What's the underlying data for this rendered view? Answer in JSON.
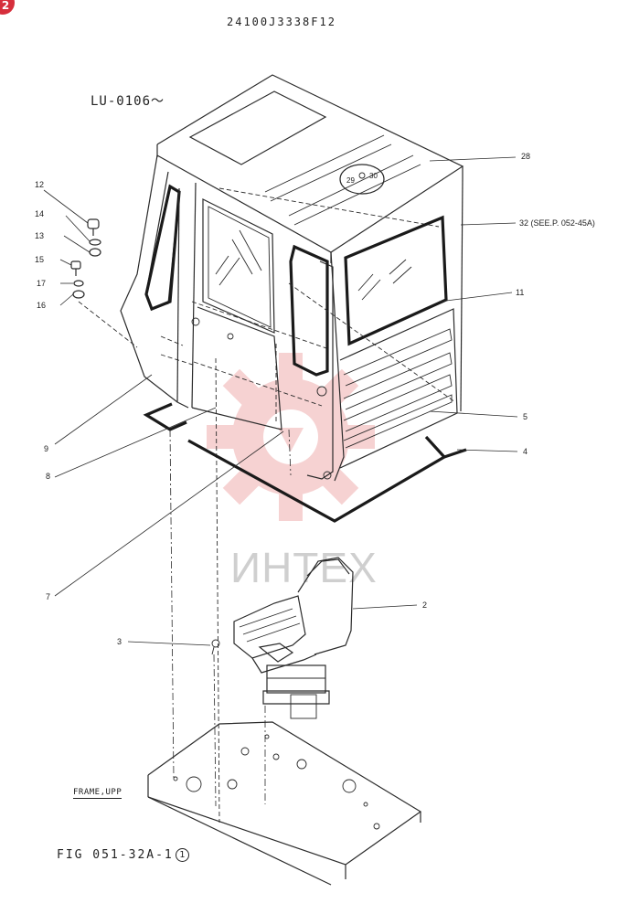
{
  "header": {
    "document_number": "24100J3338F12",
    "serial_range": "LU-0106～"
  },
  "figure": {
    "caption": "FIG 051-32A-1",
    "caption_circle": "1",
    "frame_label": "FRAME,UPP"
  },
  "watermark": {
    "text": "ИНТЕХ",
    "color": "#f4c4c4"
  },
  "corner_badge": {
    "text": "2",
    "color": "#d62f3c"
  },
  "callouts": [
    {
      "id": "28",
      "label": "28"
    },
    {
      "id": "32",
      "label": "32 (SEE.P. 052-45A)"
    },
    {
      "id": "11",
      "label": "11"
    },
    {
      "id": "5",
      "label": "5"
    },
    {
      "id": "4",
      "label": "4"
    },
    {
      "id": "12",
      "label": "12"
    },
    {
      "id": "14",
      "label": "14"
    },
    {
      "id": "13",
      "label": "13"
    },
    {
      "id": "15",
      "label": "15"
    },
    {
      "id": "17",
      "label": "17"
    },
    {
      "id": "16",
      "label": "16"
    },
    {
      "id": "9",
      "label": "9"
    },
    {
      "id": "8",
      "label": "8"
    },
    {
      "id": "7",
      "label": "7"
    },
    {
      "id": "2",
      "label": "2"
    },
    {
      "id": "3",
      "label": "3"
    },
    {
      "id": "29",
      "label": "29"
    },
    {
      "id": "30",
      "label": "30"
    }
  ]
}
